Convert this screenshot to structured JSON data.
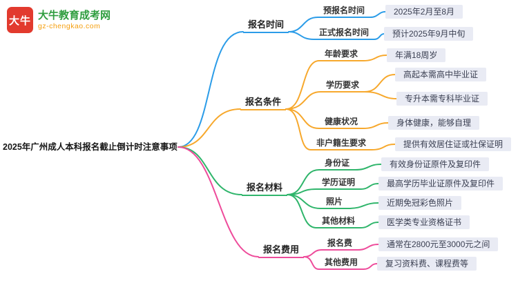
{
  "logo": {
    "badge": "大牛",
    "title": "大牛教育成考网",
    "subtitle": "gz-chengkao.com"
  },
  "root": {
    "label": "2025年广州成人本科报名截止倒计时注意事项"
  },
  "colors": {
    "time": "#2B9CE8",
    "condition": "#F7A82C",
    "material": "#2FB56B",
    "fee": "#EE4C9B",
    "value_box_bg": "#E9EBF4",
    "logo_red": "#E23A2E",
    "logo_green": "#2F9D3F",
    "logo_orange": "#F59E0B"
  },
  "branches": {
    "time": {
      "label": "报名时间",
      "children": {
        "pre": {
          "label": "预报名时间",
          "value": "2025年2月至8月"
        },
        "official": {
          "label": "正式报名时间",
          "value": "预计2025年9月中旬"
        }
      }
    },
    "condition": {
      "label": "报名条件",
      "children": {
        "age": {
          "label": "年龄要求",
          "value": "年满18周岁"
        },
        "education": {
          "label": "学历要求",
          "value1": "高起本需高中毕业证",
          "value2": "专升本需专科毕业证"
        },
        "health": {
          "label": "健康状况",
          "value": "身体健康，能够自理"
        },
        "nonlocal": {
          "label": "非户籍生要求",
          "value": "提供有效居住证或社保证明"
        }
      }
    },
    "material": {
      "label": "报名材料",
      "children": {
        "id": {
          "label": "身份证",
          "value": "有效身份证原件及复印件"
        },
        "diploma": {
          "label": "学历证明",
          "value": "最高学历毕业证原件及复印件"
        },
        "photo": {
          "label": "照片",
          "value": "近期免冠彩色照片"
        },
        "other": {
          "label": "其他材料",
          "value": "医学类专业资格证书"
        }
      }
    },
    "fee": {
      "label": "报名费用",
      "children": {
        "reg": {
          "label": "报名费",
          "value": "通常在2800元至3000元之间"
        },
        "other": {
          "label": "其他费用",
          "value": "复习资料费、课程费等"
        }
      }
    }
  }
}
